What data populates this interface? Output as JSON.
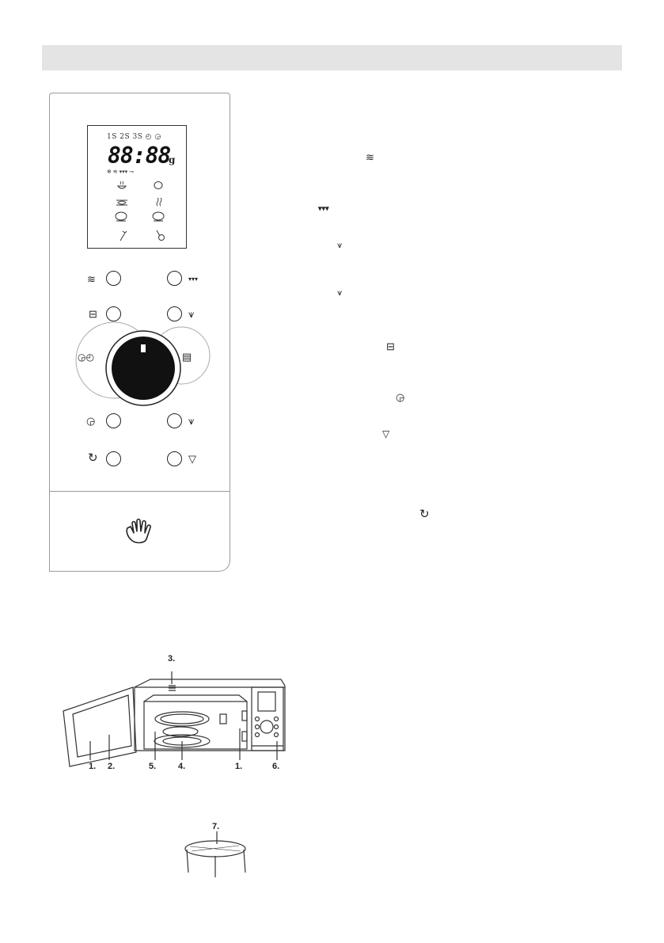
{
  "header_text": "",
  "lcd": {
    "top_row": "1S 2S 3S ◴ ◶",
    "digits": "88:88",
    "unit": "g",
    "indicators": "❄ ≋ ▾▾▾ ⊸"
  },
  "icons": {
    "microwave": "microwave-waves-icon",
    "grill": "grill-icon",
    "combi1": "combi-1-icon",
    "combi2": "combi-2-icon",
    "weight": "weight-icon",
    "clock": "clock-icon",
    "timer": "kitchen-timer-icon",
    "stop": "stop-icon",
    "start": "start-icon",
    "touch": "hand-touch-icon",
    "memory": "memory-icon"
  },
  "symbols": {
    "microwave": "≋",
    "grill": "▾▾▾",
    "combi1": "⩛",
    "combi2": "⩛",
    "weight": "⊟",
    "clock_pair": "◶◴",
    "timer": "◶",
    "start": "↻",
    "stop": "▽",
    "memory": "▤"
  },
  "diagram_labels": {
    "l3": "3.",
    "l1a": "1.",
    "l2": "2.",
    "l5": "5.",
    "l4": "4.",
    "l1b": "1.",
    "l6": "6.",
    "l7": "7."
  },
  "colors": {
    "header_bar": "#e4e4e4",
    "outline": "#9a9a9a",
    "knob": "#111111"
  }
}
